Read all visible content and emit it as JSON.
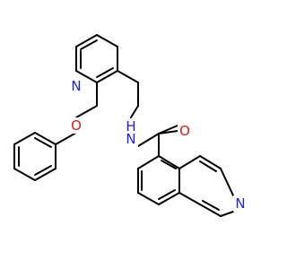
{
  "molecule": {
    "atom_labels": {
      "pyridine_n": "N",
      "ether_o": "O",
      "amide_nh": "H",
      "amide_n": "N",
      "carbonyl_o": "O",
      "isoquinoline_n": "N"
    },
    "colors": {
      "bond": "#000000",
      "nitrogen": "#1f1fe6",
      "oxygen": "#e01818"
    }
  }
}
